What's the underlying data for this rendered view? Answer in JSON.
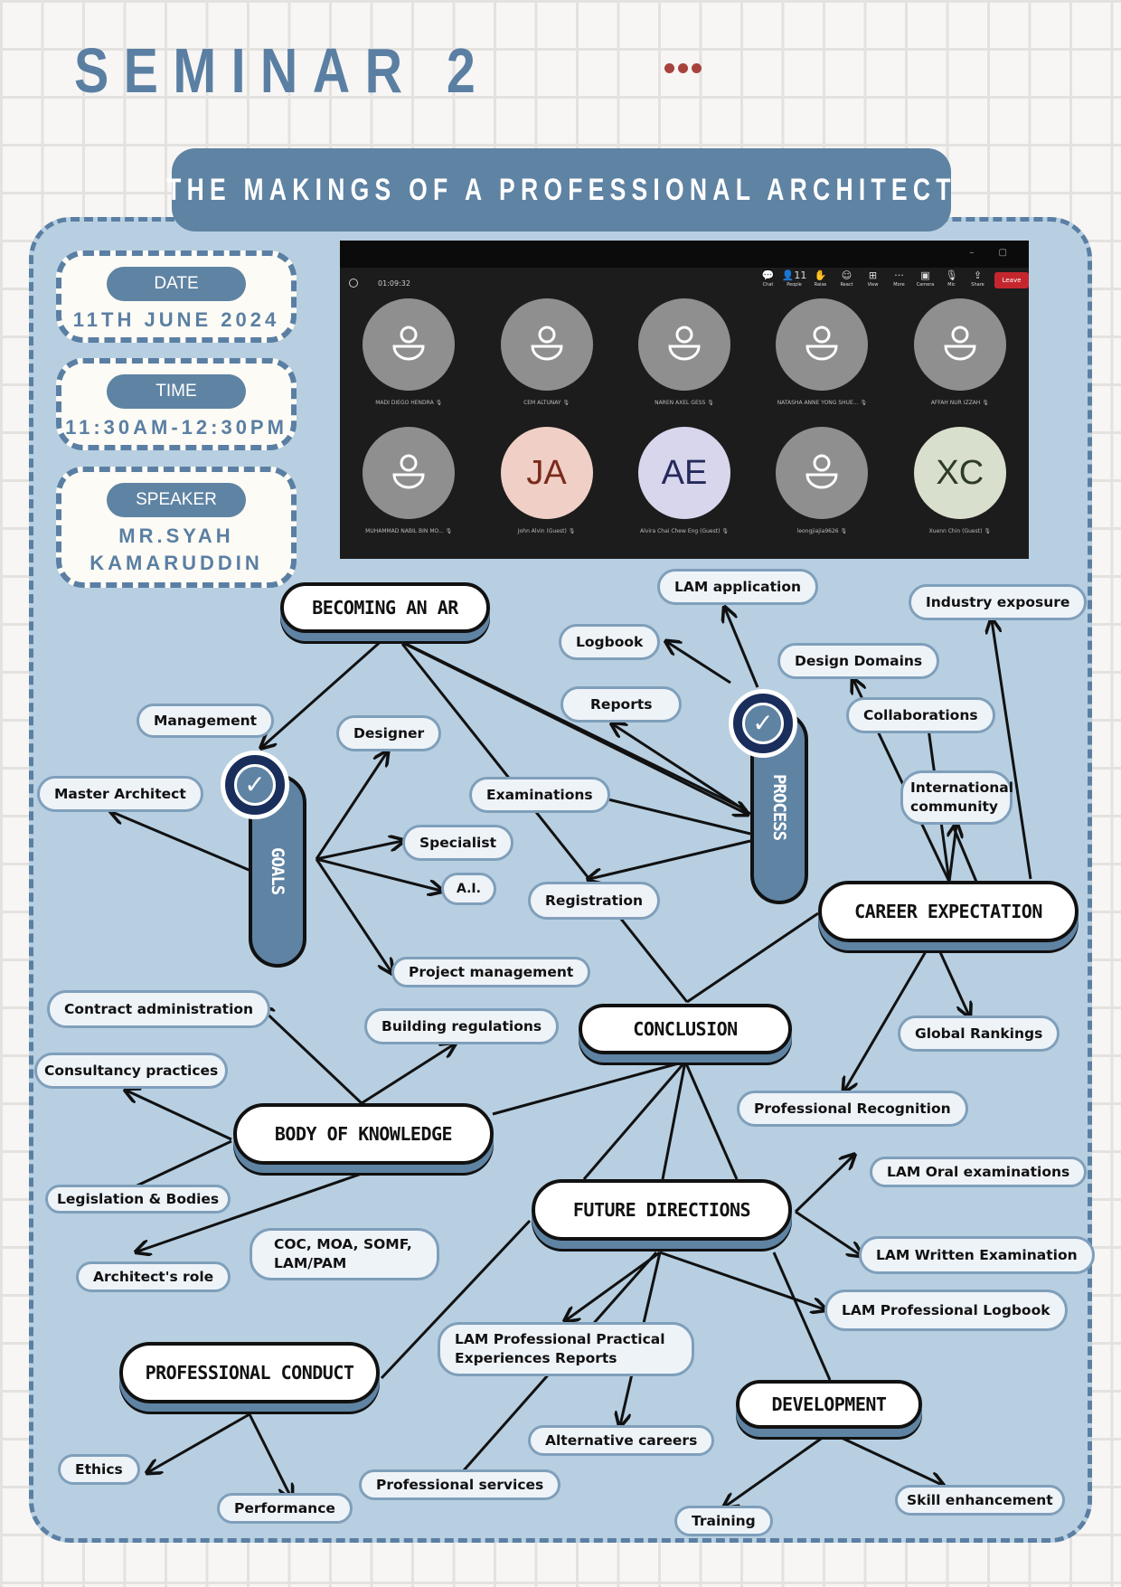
{
  "header": {
    "title": "SEMINAR 2",
    "subtitle": "THE MAKINGS OF A PROFESSIONAL ARCHITECT",
    "accent_color": "#5a7fa3",
    "dots_color": "#a8423c"
  },
  "info": {
    "date": {
      "label": "DATE",
      "value": "11TH JUNE 2024"
    },
    "time": {
      "label": "TIME",
      "value": "11:30AM-12:30PM"
    },
    "speaker": {
      "label": "SPEAKER",
      "value_line1": "MR.SYAH",
      "value_line2": "KAMARUDDIN"
    }
  },
  "meeting": {
    "timer": "01:09:32",
    "window_controls": "– ▢",
    "toolbar": [
      {
        "icon": "chat-icon",
        "glyph": "💬",
        "label": "Chat"
      },
      {
        "icon": "people-icon",
        "glyph": "👤11",
        "label": "People"
      },
      {
        "icon": "raise-hand-icon",
        "glyph": "✋",
        "label": "Raise"
      },
      {
        "icon": "react-icon",
        "glyph": "☺",
        "label": "React"
      },
      {
        "icon": "view-icon",
        "glyph": "⊞",
        "label": "View"
      },
      {
        "icon": "more-icon",
        "glyph": "···",
        "label": "More"
      },
      {
        "icon": "camera-icon",
        "glyph": "▣",
        "label": "Camera"
      },
      {
        "icon": "mic-icon",
        "glyph": "🎙",
        "label": "Mic"
      },
      {
        "icon": "share-icon",
        "glyph": "⇪",
        "label": "Share"
      }
    ],
    "leave_label": "Leave",
    "participants": [
      {
        "name": "MADI DIEGO HENDRA",
        "initials": "",
        "bg": "#8f8f8f",
        "fg": "#fff"
      },
      {
        "name": "CEM ALTUNAY",
        "initials": "",
        "bg": "#8f8f8f",
        "fg": "#fff"
      },
      {
        "name": "NAREN AXEL GESS",
        "initials": "",
        "bg": "#8f8f8f",
        "fg": "#fff"
      },
      {
        "name": "NATASHA ANNE YONG SHUE...",
        "initials": "",
        "bg": "#8f8f8f",
        "fg": "#fff"
      },
      {
        "name": "AFFAH NUR IZZAH",
        "initials": "",
        "bg": "#8f8f8f",
        "fg": "#fff"
      },
      {
        "name": "MUHAMMAD NABIL BIN MO...",
        "initials": "",
        "bg": "#8f8f8f",
        "fg": "#fff"
      },
      {
        "name": "John Alvin (Guest)",
        "initials": "JA",
        "bg": "#f0cfc6",
        "fg": "#7a2a1c"
      },
      {
        "name": "Alvira Chai Chew Eng (Guest)",
        "initials": "AE",
        "bg": "#d7d6ec",
        "fg": "#252a5c"
      },
      {
        "name": "leongjiajia9626",
        "initials": "",
        "bg": "#8f8f8f",
        "fg": "#fff"
      },
      {
        "name": "Xuenn Chin (Guest)",
        "initials": "XC",
        "bg": "#d9dfcd",
        "fg": "#2e3a2a"
      }
    ]
  },
  "mindmap": {
    "hubs": {
      "becoming": "BECOMING AN AR",
      "career": "CAREER EXPECTATION",
      "conclusion": "CONCLUSION",
      "body": "BODY OF KNOWLEDGE",
      "future": "FUTURE DIRECTIONS",
      "conduct": "PROFESSIONAL CONDUCT",
      "development": "DEVELOPMENT"
    },
    "pillars": {
      "goals": "GOALS",
      "process": "PROCESS"
    },
    "nodes": {
      "management": "Management",
      "master_architect": "Master Architect",
      "designer": "Designer",
      "specialist": "Specialist",
      "ai": "A.I.",
      "project_management": "Project management",
      "lam_application": "LAM application",
      "logbook": "Logbook",
      "reports": "Reports",
      "examinations": "Examinations",
      "registration": "Registration",
      "industry_exposure": "Industry exposure",
      "design_domains": "Design Domains",
      "collaborations": "Collaborations",
      "international_community": "International community",
      "global_rankings": "Global Rankings",
      "professional_recognition": "Professional Recognition",
      "contract_administration": "Contract administration",
      "consultancy_practices": "Consultancy practices",
      "building_regulations": "Building regulations",
      "legislation_bodies": "Legislation & Bodies",
      "architects_role": "Architect's role",
      "coc_moa": "COC, MOA, SOMF, LAM/PAM",
      "lam_oral": "LAM Oral examinations",
      "lam_written": "LAM Written Examination",
      "lam_logbook": "LAM Professional Logbook",
      "lam_ppe_reports": "LAM Professional Practical Experiences Reports",
      "alternative_careers": "Alternative careers",
      "professional_services": "Professional services",
      "ethics": "Ethics",
      "performance": "Performance",
      "training": "Training",
      "skill_enhancement": "Skill enhancement"
    }
  }
}
